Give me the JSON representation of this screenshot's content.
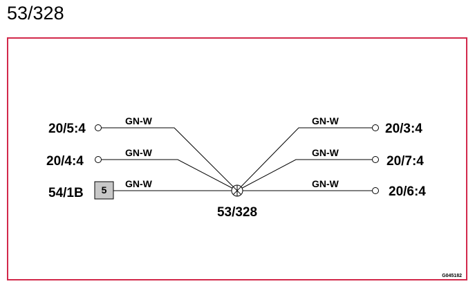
{
  "title": "53/328",
  "colors": {
    "frame_border": "#d2284a",
    "connector_fill": "#c8c8c8",
    "wire": "#000000"
  },
  "splice": {
    "label": "53/328",
    "icon": "splice-circle-x-icon"
  },
  "left_connections": [
    {
      "terminal": "20/5:4",
      "wire": "GN-W",
      "end": "ring-terminal"
    },
    {
      "terminal": "20/4:4",
      "wire": "GN-W",
      "end": "ring-terminal"
    },
    {
      "terminal": "54/1B",
      "wire": "GN-W",
      "end": "connector-box",
      "pin": "5"
    }
  ],
  "right_connections": [
    {
      "terminal": "20/3:4",
      "wire": "GN-W",
      "end": "ring-terminal"
    },
    {
      "terminal": "20/7:4",
      "wire": "GN-W",
      "end": "ring-terminal"
    },
    {
      "terminal": "20/6:4",
      "wire": "GN-W",
      "end": "ring-terminal"
    }
  ],
  "figure_code": "G045182"
}
